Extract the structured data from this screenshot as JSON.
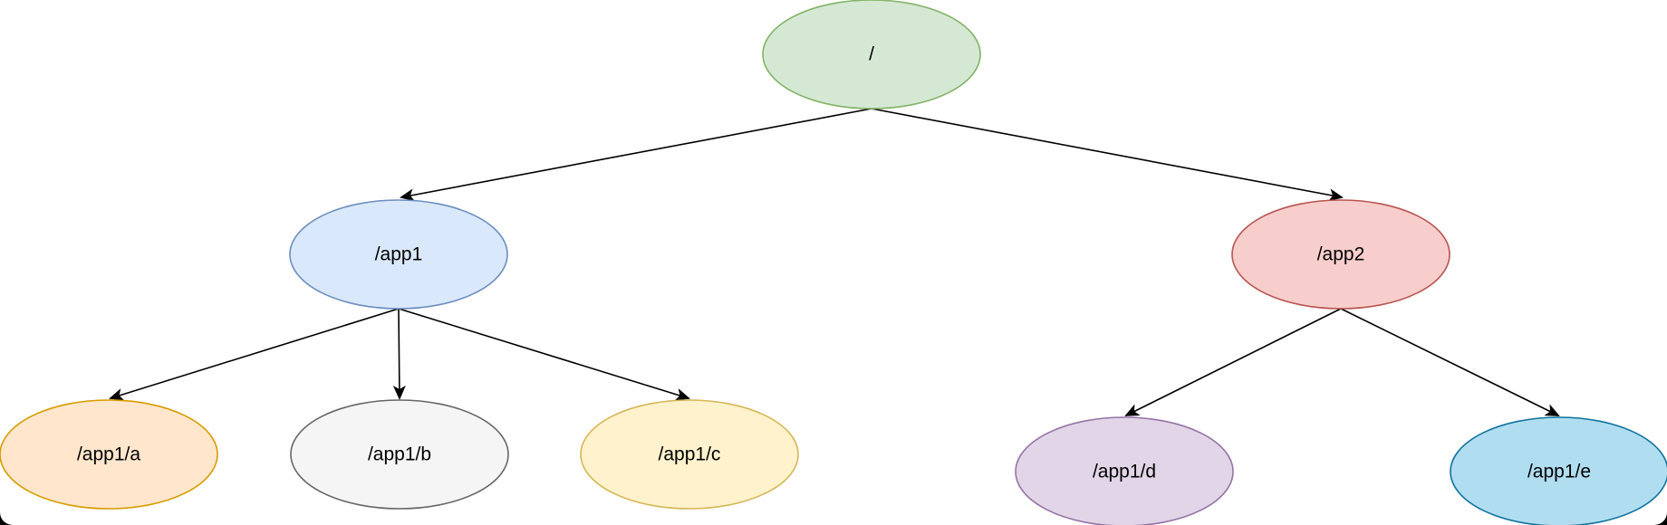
{
  "diagram": {
    "nodes": [
      {
        "id": "root",
        "label": "/",
        "fill": "#d5e8d4",
        "stroke": "#82b366"
      },
      {
        "id": "app1",
        "label": "/app1",
        "fill": "#dae8fc",
        "stroke": "#6c8ebf"
      },
      {
        "id": "app2",
        "label": "/app2",
        "fill": "#f8cecc",
        "stroke": "#b85450"
      },
      {
        "id": "app1a",
        "label": "/app1/a",
        "fill": "#ffe6cc",
        "stroke": "#d79b00"
      },
      {
        "id": "app1b",
        "label": "/app1/b",
        "fill": "#f5f5f5",
        "stroke": "#666666"
      },
      {
        "id": "app1c",
        "label": "/app1/c",
        "fill": "#fff2cc",
        "stroke": "#d6b656"
      },
      {
        "id": "app1d",
        "label": "/app1/d",
        "fill": "#e1d5e7",
        "stroke": "#9673a6"
      },
      {
        "id": "app1e",
        "label": "/app1/e",
        "fill": "#b1ddf0",
        "stroke": "#10739e"
      }
    ],
    "edges": [
      {
        "from": "root",
        "to": "app1"
      },
      {
        "from": "root",
        "to": "app2"
      },
      {
        "from": "app1",
        "to": "app1a"
      },
      {
        "from": "app1",
        "to": "app1b"
      },
      {
        "from": "app1",
        "to": "app1c"
      },
      {
        "from": "app2",
        "to": "app1d"
      },
      {
        "from": "app2",
        "to": "app1e"
      }
    ]
  }
}
